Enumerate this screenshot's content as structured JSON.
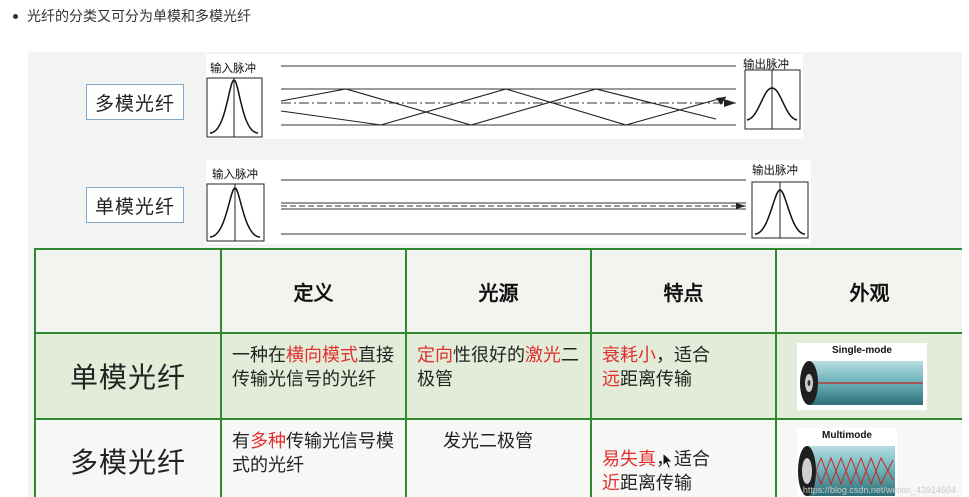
{
  "intro": {
    "text": "光纤的分类又可分为单模和多模光纤"
  },
  "diagram": {
    "multimode": {
      "label": "多模光纤",
      "input": "输入脉冲",
      "output": "输出脉冲"
    },
    "singlemode": {
      "label": "单模光纤",
      "input": "输入脉冲",
      "output": "输出脉冲"
    }
  },
  "table": {
    "headers": [
      "定义",
      "光源",
      "特点",
      "外观"
    ],
    "single": {
      "name": "单模光纤",
      "def": {
        "p1": "一种在",
        "h1": "横向模式",
        "p2": "直接传输光信号的光纤"
      },
      "src": {
        "h1": "定向",
        "p1": "性很好的",
        "h2": "激光",
        "p2": "二极管"
      },
      "feat": {
        "h1": "衰耗小",
        "p1": "，适合",
        "h2": "远",
        "p2": "距离传输"
      },
      "look": "Single-mode"
    },
    "multi": {
      "name": "多模光纤",
      "def": {
        "p1": "有",
        "h1": "多种",
        "p2": "传输光信号模式的光纤"
      },
      "src": {
        "p1": "发光二极管"
      },
      "feat": {
        "h1": "易失真",
        "p1": "，适合",
        "h2": "近",
        "p2": "距离传输"
      },
      "look": "Multimode"
    }
  },
  "watermark": "https://blog.csdn.net/weixin_43914604",
  "colors": {
    "grid": "#2f8a2f",
    "highlight": "#e03030",
    "label_border": "#7fa8c8"
  }
}
